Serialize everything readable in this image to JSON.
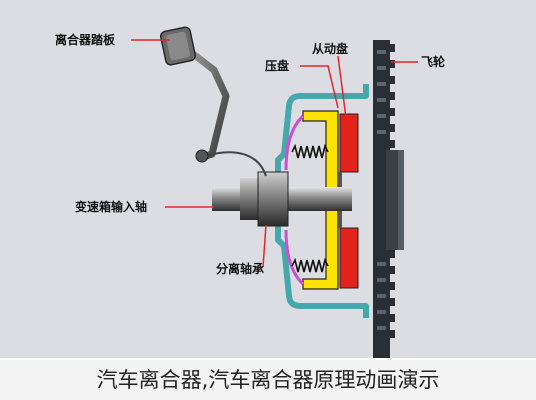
{
  "labels": {
    "pedal": "离合器踏板",
    "driven_disc": "从动盘",
    "pressure_plate": "压盘",
    "flywheel": "飞轮",
    "input_shaft": "变速箱输入轴",
    "release_bearing": "分离轴承"
  },
  "caption": "汽车离合器,汽车离合器原理动画演示",
  "colors": {
    "background": "#dcdde3",
    "flywheel": "#2a2f36",
    "pressure_plate": "#ffe300",
    "friction_disc": "#e1231a",
    "housing": "#46a7ac",
    "spring": "#d04bd6",
    "leader_line": "#e3262b"
  }
}
